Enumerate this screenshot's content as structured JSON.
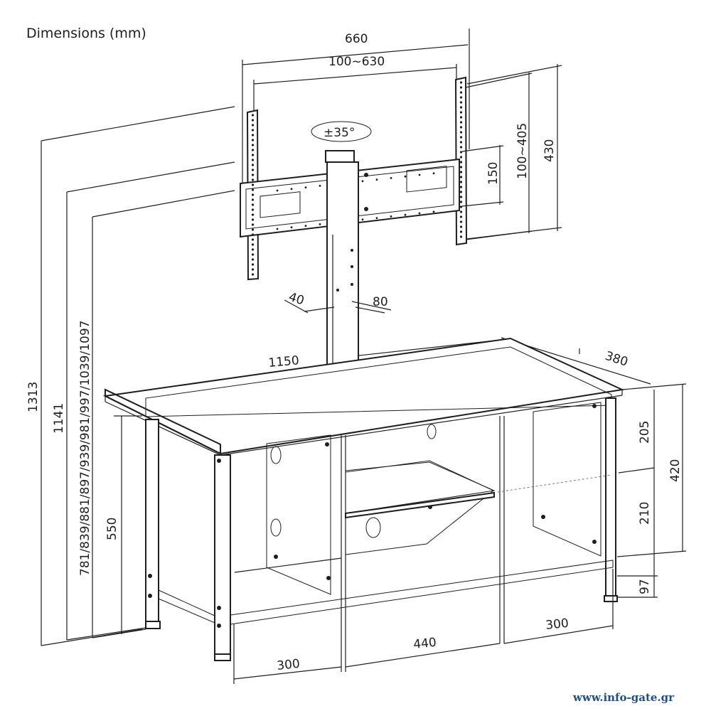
{
  "title": "Dimensions (mm)",
  "watermark": "www.info-gate.gr",
  "dimensions": {
    "mount_width": "660",
    "vesa_width": "100~630",
    "rotation": "±35°",
    "mount_height": "430",
    "vesa_height_range": "100~405",
    "bracket_height": "150",
    "pole_depth": "40",
    "pole_width": "80",
    "total_height": "1313",
    "height_1141": "1141",
    "height_range": "781/839/881/897/939/981/997/1039/1097",
    "cabinet_height": "550",
    "cabinet_width": "1150",
    "cabinet_depth": "380",
    "upper_compartment": "205",
    "inner_height": "420",
    "lower_compartment": "210",
    "leg_height": "97",
    "left_width": "300",
    "center_width": "440",
    "right_width": "300"
  }
}
